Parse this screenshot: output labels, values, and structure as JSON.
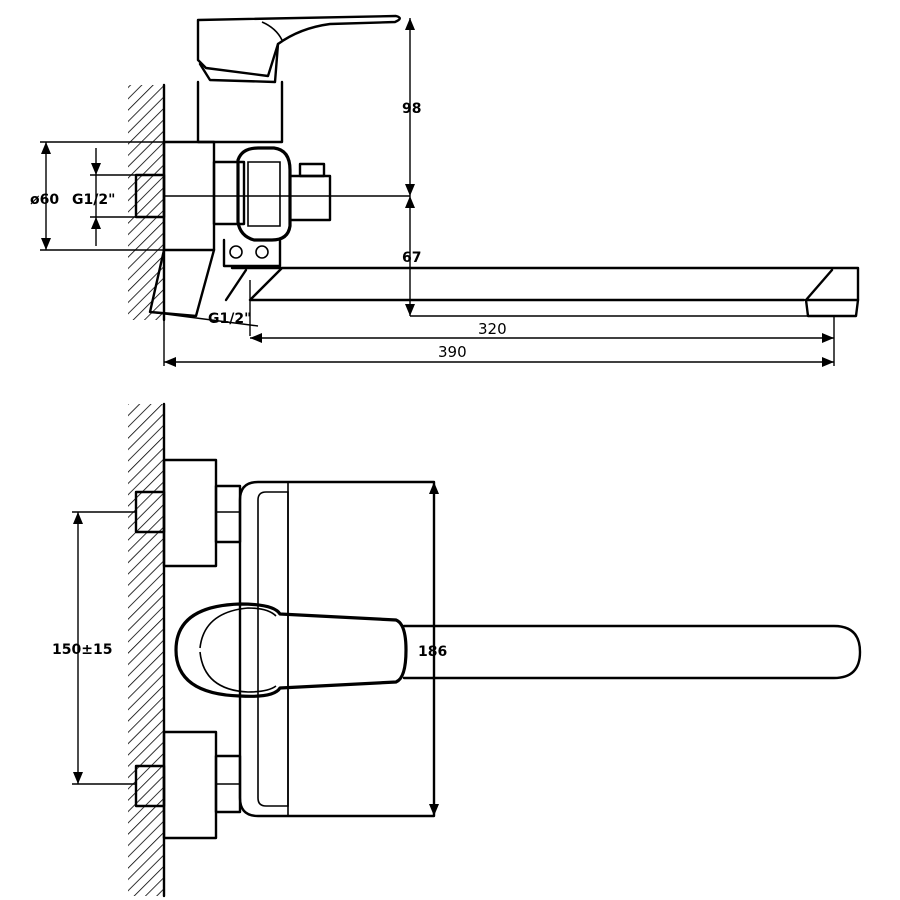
{
  "side_view": {
    "dim_height_top": "98",
    "dim_height_spout": "67",
    "dim_spout_length": "320",
    "dim_total_length": "390",
    "dim_flange_diameter": "ø60",
    "thread_label_top": "G1/2\"",
    "thread_label_bottom": "G1/2\""
  },
  "top_view": {
    "dim_inlet_spacing": "150±15",
    "dim_body_height": "186"
  }
}
